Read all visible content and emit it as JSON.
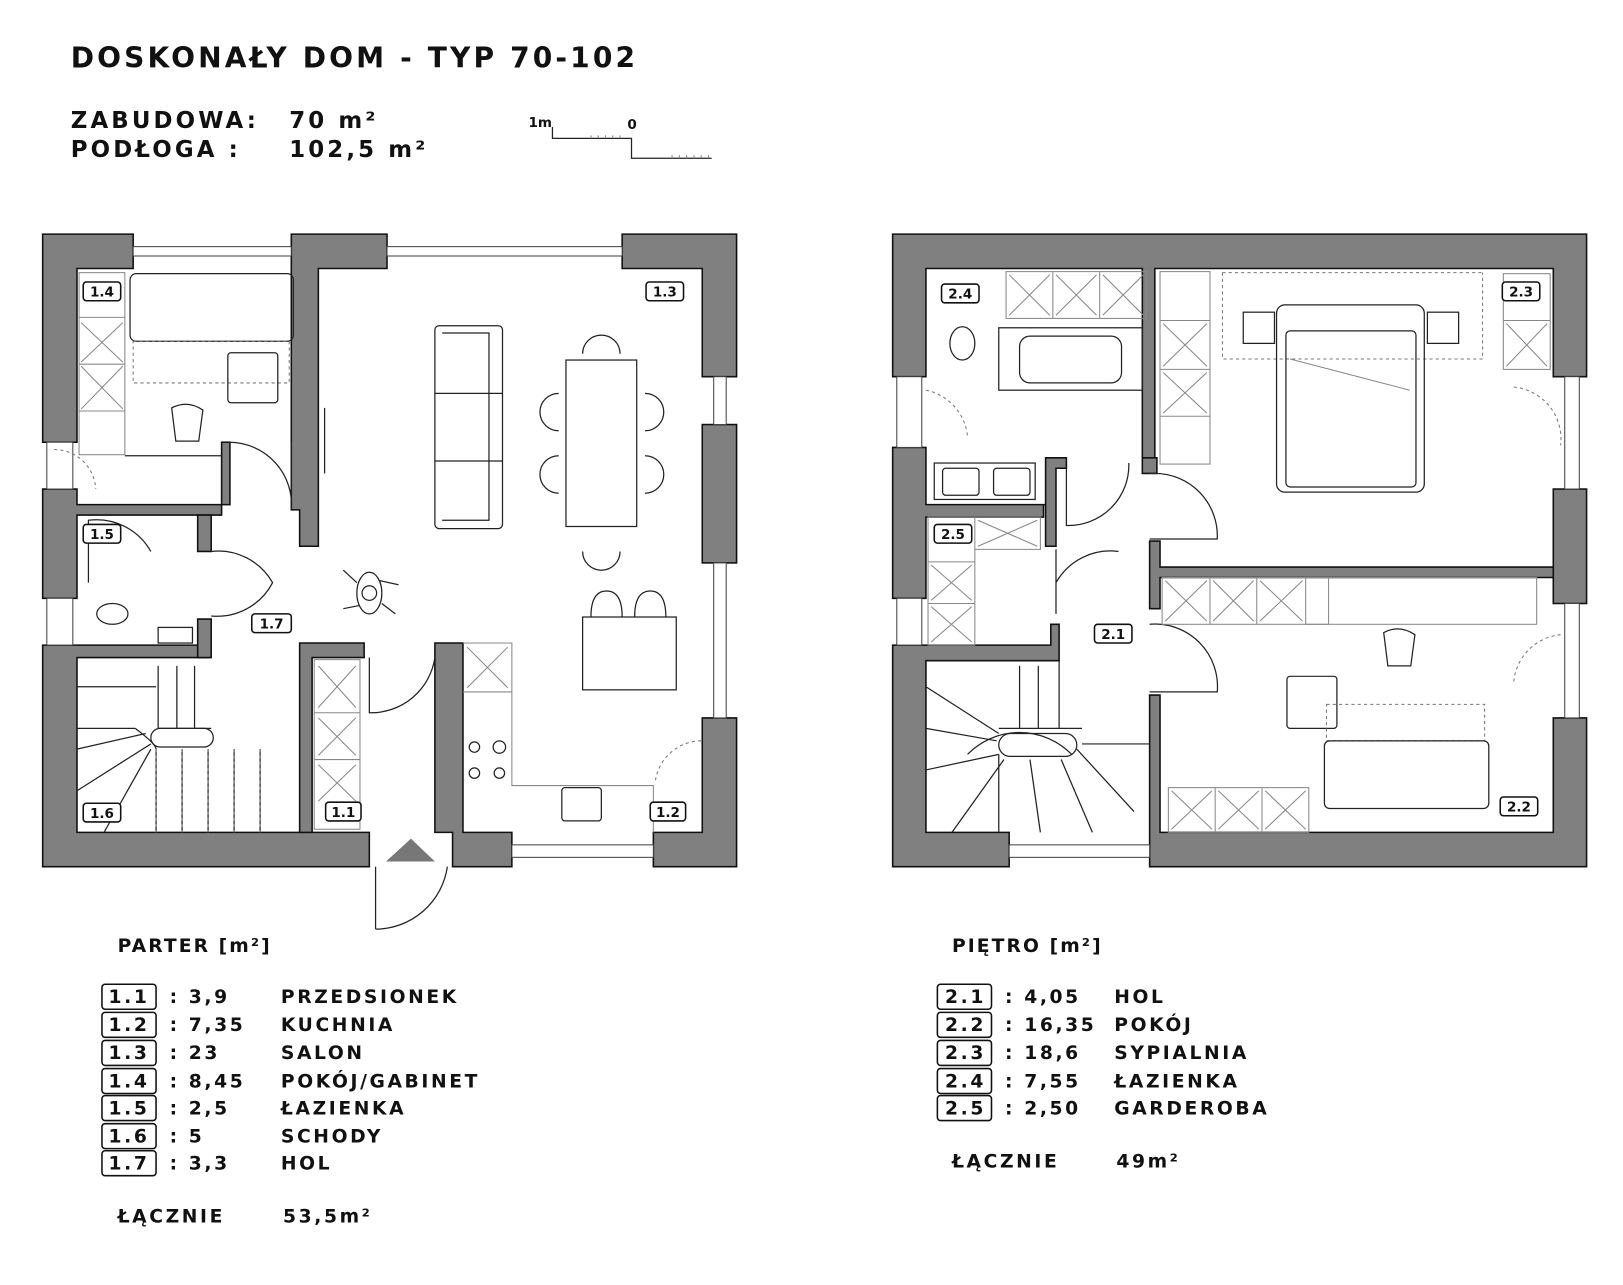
{
  "header": {
    "title": "DOSKONAŁY DOM - TYP 70-102",
    "zabudowa_label": "ZABUDOWA:",
    "zabudowa_value": "70 m²",
    "podloga_label": "PODŁOGA   :",
    "podloga_value": "102,5 m²",
    "scale_1m": "1m",
    "scale_0": "0"
  },
  "parter": {
    "heading": "PARTER [m²]",
    "rooms": [
      {
        "id": "1.1",
        "area": ": 3,9",
        "name": "PRZEDSIONEK"
      },
      {
        "id": "1.2",
        "area": ": 7,35",
        "name": "KUCHNIA"
      },
      {
        "id": "1.3",
        "area": ": 23",
        "name": "SALON"
      },
      {
        "id": "1.4",
        "area": ": 8,45",
        "name": "POKÓJ/GABINET"
      },
      {
        "id": "1.5",
        "area": ": 2,5",
        "name": "ŁAZIENKA"
      },
      {
        "id": "1.6",
        "area": ": 5",
        "name": "SCHODY"
      },
      {
        "id": "1.7",
        "area": ": 3,3",
        "name": "HOL"
      }
    ],
    "total_label": "ŁĄCZNIE",
    "total_value": "53,5m²"
  },
  "pietro": {
    "heading": "PIĘTRO [m²]",
    "rooms": [
      {
        "id": "2.1",
        "area": ": 4,05",
        "name": "HOL"
      },
      {
        "id": "2.2",
        "area": ": 16,35",
        "name": "POKÓJ"
      },
      {
        "id": "2.3",
        "area": ": 18,6",
        "name": "SYPIALNIA"
      },
      {
        "id": "2.4",
        "area": ": 7,55",
        "name": "ŁAZIENKA"
      },
      {
        "id": "2.5",
        "area": ": 2,50",
        "name": "GARDEROBA"
      }
    ],
    "total_label": "ŁĄCZNIE",
    "total_value": "49m²"
  },
  "colors": {
    "wall": "#808080",
    "line": "#111111"
  }
}
